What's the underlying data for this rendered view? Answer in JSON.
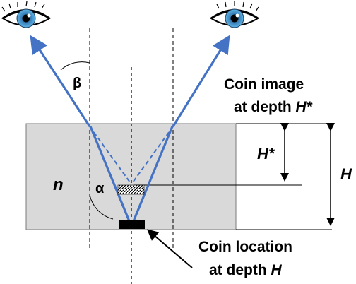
{
  "labels": {
    "medium_symbol": "n",
    "incidence_angle": "α",
    "refraction_angle": "β",
    "image_line1": "Coin image",
    "image_line2_prefix": "at depth ",
    "image_line2_symbol": "H*",
    "location_line1": "Coin location",
    "location_line2_prefix": "at depth ",
    "location_line2_symbol": "H",
    "apparent_depth_symbol": "H*",
    "true_depth_symbol": "H"
  },
  "icons": {
    "left_eye": "eye-icon",
    "right_eye": "eye-icon",
    "coin": "coin-icon",
    "coin_image": "coin-image-icon"
  },
  "colors": {
    "ray": "#4472C4",
    "water": "#D9D9D9",
    "iris": "#4A9FD8",
    "coin": "#000000"
  }
}
